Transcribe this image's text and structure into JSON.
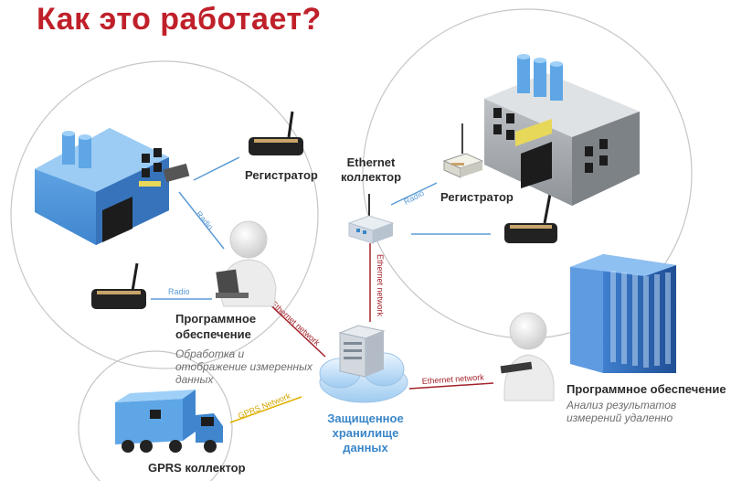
{
  "title": "Как это работает?",
  "labels": {
    "registrator_left": "Регистратор",
    "registrator_right": "Регистратор",
    "ethernet_collector_line1": "Ethernet",
    "ethernet_collector_line2": "коллектор",
    "software_left_line1": "Программное",
    "software_left_line2": "обеспечение",
    "software_left_sub_line1": "Обработка и",
    "software_left_sub_line2": "отображение измеренных",
    "software_left_sub_line3": "данных",
    "cloud_line1": "Защищенное",
    "cloud_line2": "хранилище",
    "cloud_line3": "данных",
    "software_right": "Программное обеспечение",
    "software_right_sub_line1": "Анализ результатов",
    "software_right_sub_line2": "измерений удаленно",
    "gprs_collector": "GPRS коллектор"
  },
  "connections": {
    "radio_1": "Radio",
    "radio_2": "Radio",
    "radio_3": "Radio",
    "ethernet_1": "Ethernet network",
    "ethernet_2": "Ethernet network",
    "ethernet_3": "Ethernet network",
    "gprs": "GPRS Network"
  },
  "colors": {
    "title": "#c0202a",
    "radio_line": "#5b9bd5",
    "ethernet_line": "#a3222a",
    "gprs_line": "#e0b000",
    "cloud_label": "#3a86c8"
  }
}
